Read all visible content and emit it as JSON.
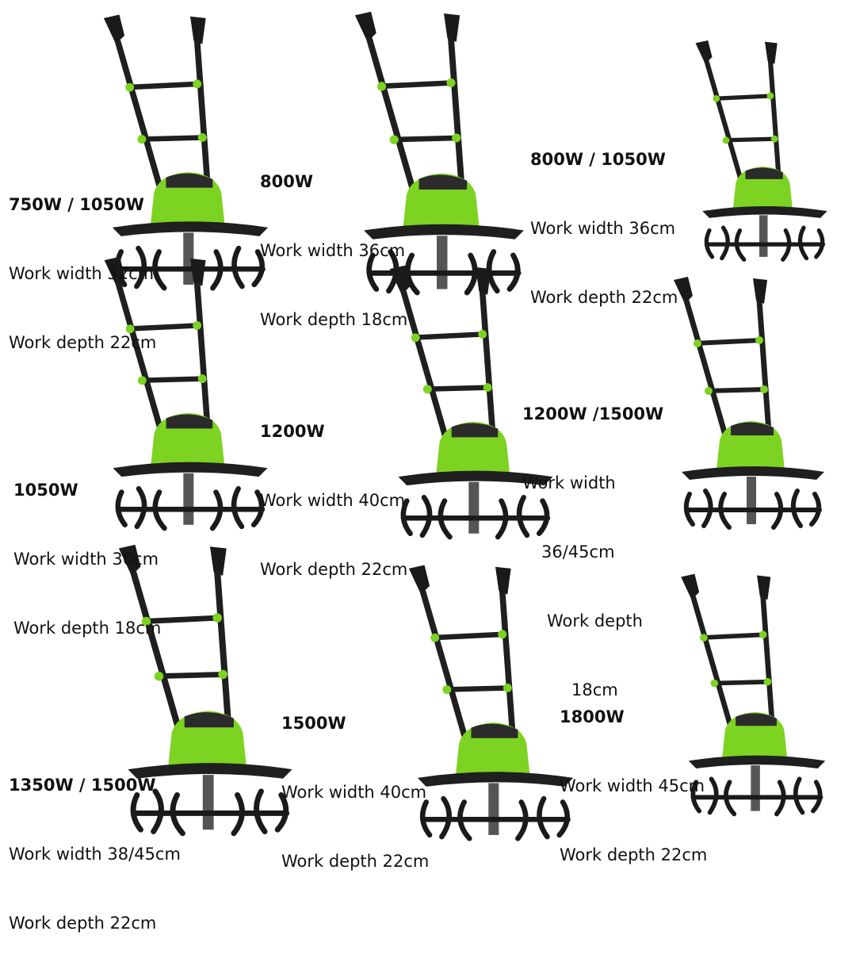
{
  "colors": {
    "green": "#7dd321",
    "lime": "#b6e63a",
    "dark": "#2b2b2b",
    "black": "#141414",
    "metal": "#4a4a4a"
  },
  "products": [
    {
      "power": "750W / 1050W",
      "width": "Work width 32cm",
      "depth": "Work depth 22cm"
    },
    {
      "power": "800W",
      "width": "Work width 36cm",
      "depth": "Work depth 18cm"
    },
    {
      "power": "800W / 1050W",
      "width": "Work width 36cm",
      "depth": "Work depth 22cm"
    },
    {
      "power": "1050W",
      "width": "Work width 36cm",
      "depth": "Work depth 18cm"
    },
    {
      "power": "1200W",
      "width": "Work width 40cm",
      "depth": "Work depth 22cm"
    },
    {
      "power": "1200W /1500W",
      "width_a": "Work width",
      "width_b": "36/45cm",
      "depth_a": "Work depth",
      "depth_b": "18cm"
    },
    {
      "power": "1350W / 1500W",
      "width": "Work width 38/45cm",
      "depth": "Work depth 22cm"
    },
    {
      "power": "1500W",
      "width": "Work width 40cm",
      "depth": "Work depth 22cm"
    },
    {
      "power": "1800W",
      "width": "Work width 45cm",
      "depth": "Work depth 22cm"
    }
  ]
}
